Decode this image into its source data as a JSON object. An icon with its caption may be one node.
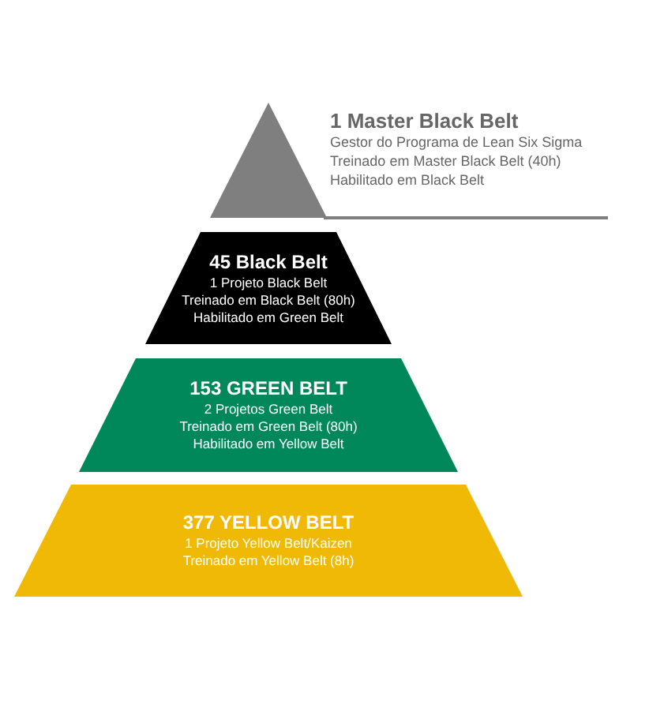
{
  "diagram": {
    "nodes": [
      {
        "text": [],
        "shape": "triangle",
        "beside": [
          "1 Master Black Belt",
          "Gestor do Programa de Lean Six Sigma",
          "Treinado em Master Black Belt (40h)",
          "Habilitado em Black Belt"
        ]
      },
      {
        "text": [
          "45 Black Belt",
          "1 Projeto Black Belt",
          "Treinado em Black Belt (80h)",
          "Habilitado em Green Belt"
        ]
      },
      {
        "text": [
          "153 GREEN BELT",
          "2 Projetos Green Belt",
          "Treinado em Green Belt (80h)",
          "Habilitado em Yellow Belt"
        ]
      },
      {
        "text": [
          "377 YELLOW BELT",
          "1 Projeto Yellow Belt/Kaizen",
          "Treinado em Yellow Belt (8h)"
        ]
      }
    ]
  }
}
